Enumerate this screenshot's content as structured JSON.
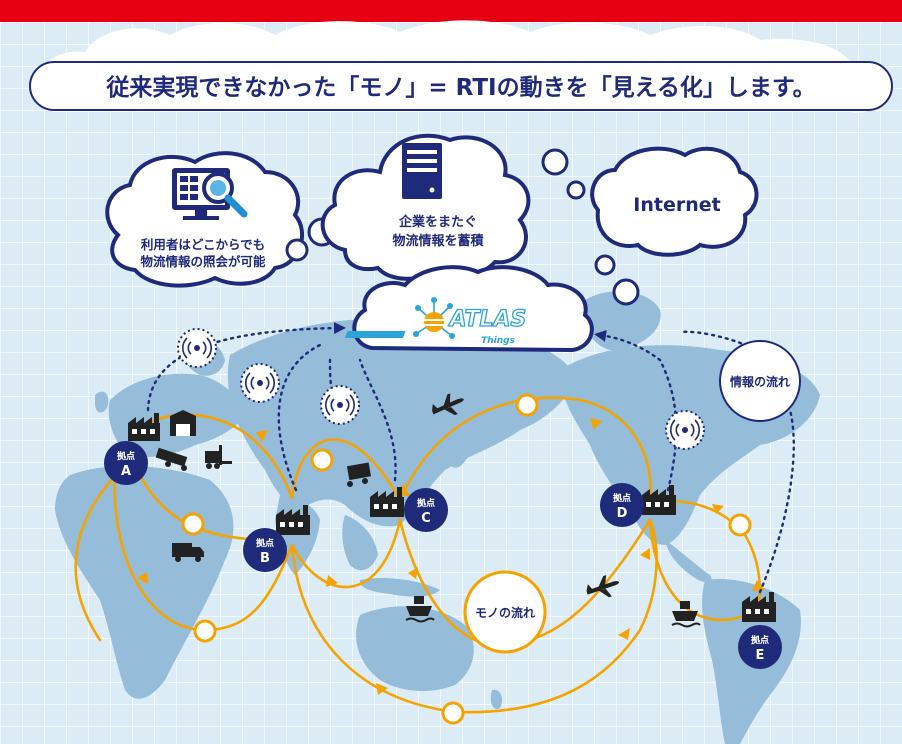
{
  "headline": "従来実現できなかった「モノ」= RTIの動きを「見える化」します。",
  "clouds": {
    "user_access": [
      "利用者はどこからでも",
      "物流情報の照会が可能"
    ],
    "accumulate": [
      "企業をまたぐ",
      "物流情報を蓄積"
    ],
    "internet": "Internet"
  },
  "logo": {
    "main": "ATLAS",
    "sub": "Things"
  },
  "info_flow_label": "情報の流れ",
  "goods_flow_label": "モノの流れ",
  "bases": [
    {
      "id": "base-a",
      "top": "拠点",
      "letter": "A"
    },
    {
      "id": "base-b",
      "top": "拠点",
      "letter": "B"
    },
    {
      "id": "base-c",
      "top": "拠点",
      "letter": "C"
    },
    {
      "id": "base-d",
      "top": "拠点",
      "letter": "D"
    },
    {
      "id": "base-e",
      "top": "拠点",
      "letter": "E"
    }
  ],
  "colors": {
    "top_bar": "#e60012",
    "navy": "#1f2a7a",
    "orange": "#f4a300",
    "map_land": "#95bcd9",
    "background": "#dcecf6"
  }
}
